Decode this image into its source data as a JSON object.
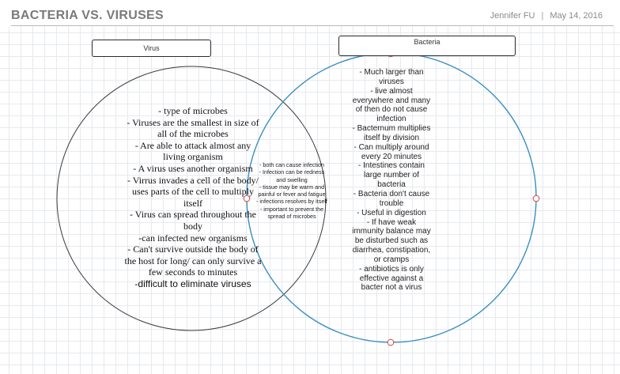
{
  "header": {
    "title": "BACTERIA VS. VIRUSES",
    "author": "Jennifer FU",
    "separator": "|",
    "date": "May 14, 2016"
  },
  "colors": {
    "virus_circle": "#3a3a3a",
    "bacteria_circle": "#3a8fc0",
    "handle_stroke": "#d14343",
    "grid": "#e6e9ee"
  },
  "virus": {
    "label": "Virus",
    "lines": [
      "- type of microbes",
      "- Viruses are the smallest in size of",
      "all of the microbes",
      "- Are able to attack almost any",
      "living organism",
      "- A virus uses another organism",
      "- Virrus invades a cell of the body/",
      "uses parts of the cell to multiply",
      "itself",
      "-  Virus can spread throughout the",
      "body",
      "-can infected new organisms",
      "- Can't survive outside the body of",
      "the host for long/ can only survive a",
      "few seconds to minutes",
      "-difficult to eliminate viruses"
    ]
  },
  "overlap": {
    "lines": [
      "- both can cause infection",
      "- Infection can be redness",
      "and swelling",
      "- tissue may be warm and",
      "painful or fever and fatigue",
      "- infections resolves by itself",
      "-  important to prevent the",
      "spread of microbes"
    ]
  },
  "bacteria": {
    "label": "Bacteria",
    "lines": [
      "- Much larger than",
      "viruses",
      "- live almost",
      "everywhere and many",
      "of then do not cause",
      "infection",
      "- Bacternum multiplies",
      "itself by division",
      "- Can multiply around",
      "every 20 minutes",
      "- Intestines contain",
      "large number of",
      "bacteria",
      "- Bacteria don't cause",
      "trouble",
      "- Useful in digestion",
      "- If have weak",
      "immunity balance may",
      "be disturbed such as",
      "diarrhea, constipation,",
      "or cramps",
      "- antibiotics is only",
      "effective against a",
      "bacter not a virus"
    ]
  }
}
